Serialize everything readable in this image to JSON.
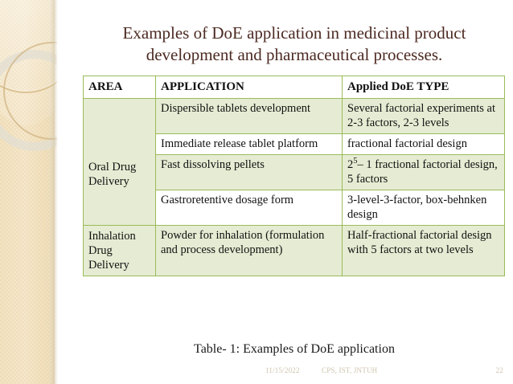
{
  "slide": {
    "title_line1": "Examples of DoE application in medicinal product",
    "title_line2": "development and pharmaceutical processes.",
    "title_color": "#4c2a22",
    "caption": "Table- 1: Examples of DoE application"
  },
  "footer": {
    "date": "11/15/2022",
    "organization": "CPS, IST, JNTUH",
    "slide_number": "22",
    "color": "#cfc3ad"
  },
  "table": {
    "border_color": "#9bbb59",
    "shade_color": "#e5ecd3",
    "headers": [
      "AREA",
      "APPLICATION",
      "Applied DoE TYPE"
    ],
    "areas": [
      {
        "name": "Oral Drug Delivery",
        "rows": [
          {
            "application": "Dispersible tablets development",
            "doe_type": "Several factorial experiments at 2-3 factors, 2-3 levels",
            "shaded": true
          },
          {
            "application": "Immediate release tablet platform",
            "doe_type": "fractional factorial design",
            "shaded": false
          },
          {
            "application": "Fast dissolving pellets",
            "doe_type_prefix": "2",
            "doe_type_sup": "5",
            "doe_type_rest": "– 1 fractional factorial design, 5 factors",
            "shaded": true
          },
          {
            "application": "Gastroretentive dosage form",
            "doe_type": "3-level-3-factor, box-behnken design",
            "shaded": false
          }
        ]
      },
      {
        "name": "Inhalation Drug Delivery",
        "rows": [
          {
            "application": "Powder for inhalation (formulation and process development)",
            "doe_type": "Half-fractional factorial design with 5 factors at two levels",
            "shaded": true
          }
        ]
      }
    ]
  }
}
